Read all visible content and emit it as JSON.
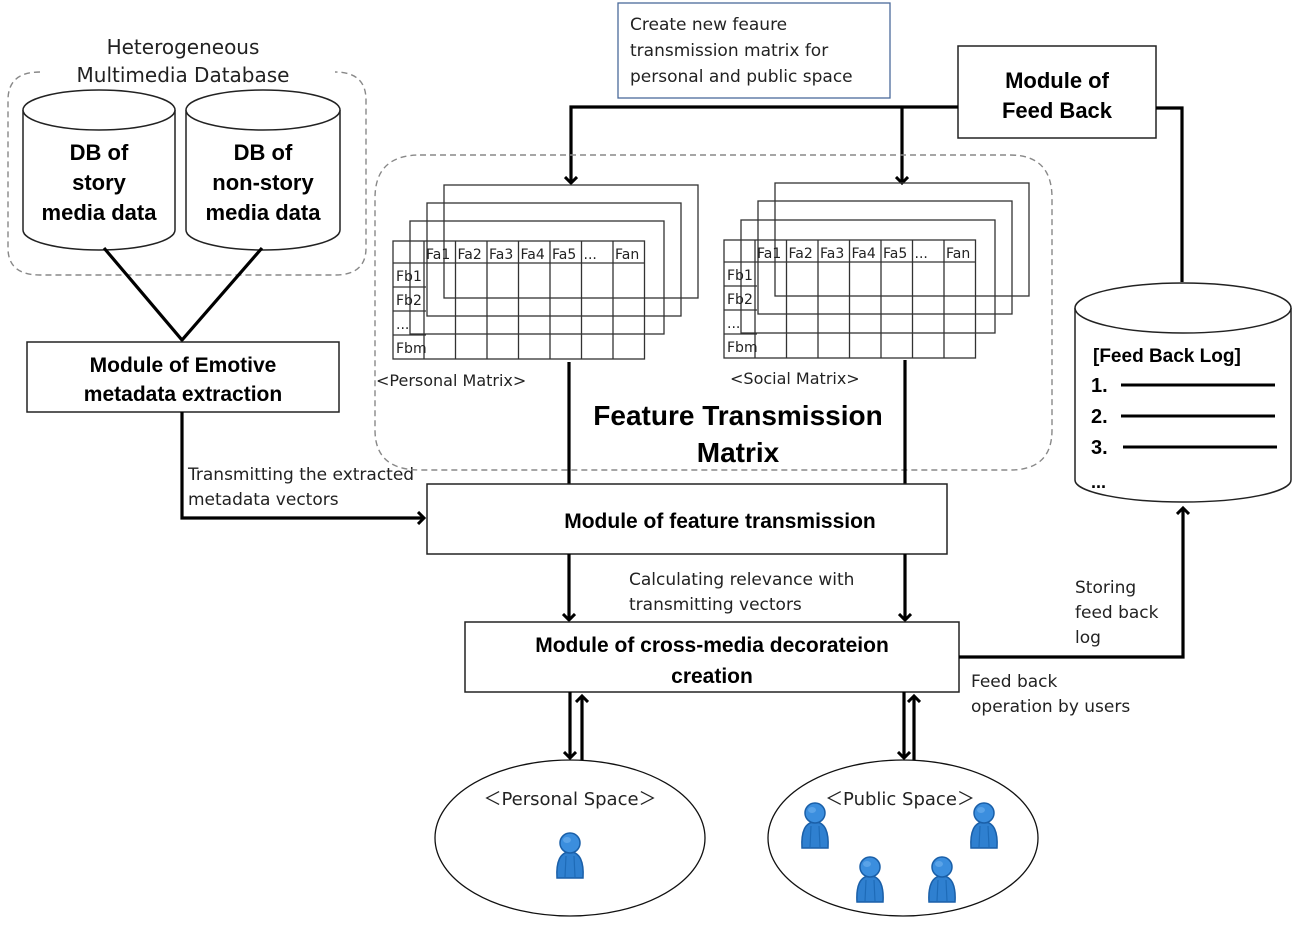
{
  "database_group": {
    "title_line1": "Heterogeneous",
    "title_line2": "Multimedia Database",
    "db_story": {
      "line1": "DB of",
      "line2": "story",
      "line3": "media data"
    },
    "db_nonstory": {
      "line1": "DB of",
      "line2": "non-story",
      "line3": "media data"
    }
  },
  "emotive_module": {
    "line1": "Module of Emotive",
    "line2": "metadata extraction"
  },
  "transmit_label": {
    "line1": "Transmitting the extracted",
    "line2": "metadata vectors"
  },
  "callout": {
    "line1": "Create new feaure",
    "line2": "transmission matrix for",
    "line3": "personal and public space"
  },
  "feedback_module": {
    "line1": "Module of",
    "line2": "Feed Back"
  },
  "matrix_group": {
    "title_line1": "Feature Transmission",
    "title_line2": "Matrix",
    "personal_label": "<Personal Matrix>",
    "social_label": "<Social Matrix>",
    "col_headers": [
      "Fa1",
      "Fa2",
      "Fa3",
      "Fa4",
      "Fa5",
      "...",
      "Fan"
    ],
    "row_headers": [
      "Fb1",
      "Fb2",
      "...",
      "Fbm"
    ]
  },
  "feedback_log": {
    "title": "[Feed Back Log]",
    "items": [
      "1.",
      "2.",
      "3.",
      "..."
    ]
  },
  "feature_transmission_module": {
    "label": "Module of feature transmission"
  },
  "relevance_label": {
    "line1": "Calculating relevance with",
    "line2": "transmitting vectors"
  },
  "crossmedia_module": {
    "line1": "Module of cross-media decorateion",
    "line2": "creation"
  },
  "storing_label": {
    "line1": "Storing",
    "line2": "feed back",
    "line3": "log"
  },
  "feedback_op_label": {
    "line1": "Feed back",
    "line2": "operation by users"
  },
  "personal_space": {
    "label": "＜Personal Space＞",
    "user_count": 1
  },
  "public_space": {
    "label": "＜Public Space＞",
    "user_count": 4
  },
  "colors": {
    "user_icon": "#2f80d0",
    "user_icon_dark": "#1a5fa8",
    "callout_border": "#4a6a9a",
    "dash": "#888888"
  }
}
